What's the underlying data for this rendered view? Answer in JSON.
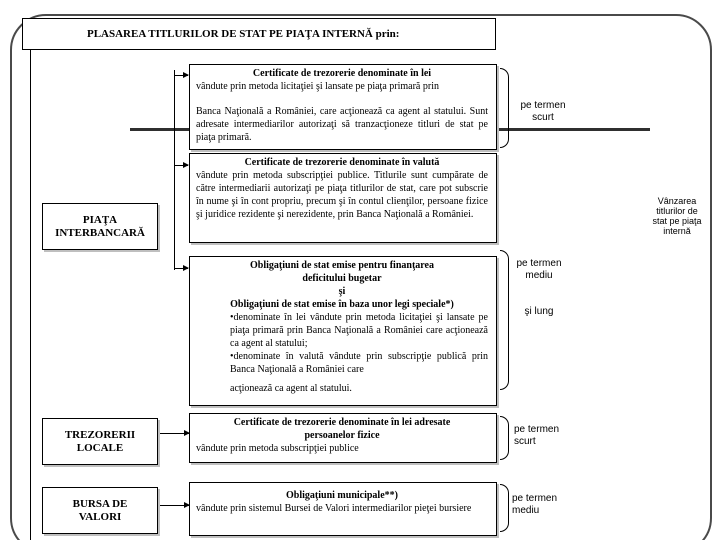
{
  "title": "PLASAREA TITLURILOR DE STAT PE PIAŢA INTERNĂ prin:",
  "left_boxes": {
    "piata": "PIAŢA INTERBANCARĂ",
    "trezorerii": "TREZORERII LOCALE",
    "bursa": "BURSA DE VALORI"
  },
  "instruments": {
    "cert_lei": {
      "heading": "Certificate de trezorerie denominate în lei",
      "body1": "vândute prin metoda licitaţiei şi lansate pe piaţa primară prin",
      "body2": "Banca Naţională a României, care acţionează ca agent al statului. Sunt adresate intermediarilor autorizaţi să tranzacţioneze titluri de stat pe piaţa primară."
    },
    "cert_valuta": {
      "heading": "Certificate de trezorerie denominate în valută",
      "body": "vândute prin metoda subscripţiei publice. Titlurile sunt cumpărate de către intermediarii autorizaţi pe piaţa titlurilor de stat, care pot subscrie în nume şi în cont propriu, precum şi în contul clienţilor, persoane fizice şi juridice rezidente şi nerezidente, prin Banca Naţională a României."
    },
    "obligatiuni": {
      "heading1": "Obligaţiuni de stat emise pentru finanţarea deficitului bugetar",
      "heading2": "şi",
      "heading3": "Obligaţiuni de stat emise în baza unor legi speciale*)",
      "bullet1": "•denominate în lei vândute prin metoda licitaţiei şi lansate pe piaţa primară prin Banca Naţională a României care acţionează ca agent al statului;",
      "bullet2": "•denominate în valută vândute prin subscripţie publică prin Banca Naţională a României care",
      "bullet2_end": "acţionează ca agent al statului."
    },
    "cert_persoane": {
      "heading": "Certificate de trezorerie denominate în lei adresate persoanelor fizice",
      "body": "vândute prin metoda subscripţiei publice"
    },
    "municipale": {
      "heading": "Obligaţiuni municipale**)",
      "body": "vândute prin sistemul Bursei de Valori intermediarilor pieţei bursiere"
    }
  },
  "terms": {
    "scurt": "pe termen scurt",
    "mediu_lung_1": "pe termen mediu",
    "mediu_lung_2": "şi lung",
    "trez_scurt": "pe termen scurt",
    "bursa_mediu": "pe termen mediu"
  },
  "side_note": "Vânzarea titlurilor de stat pe piaţa internă"
}
